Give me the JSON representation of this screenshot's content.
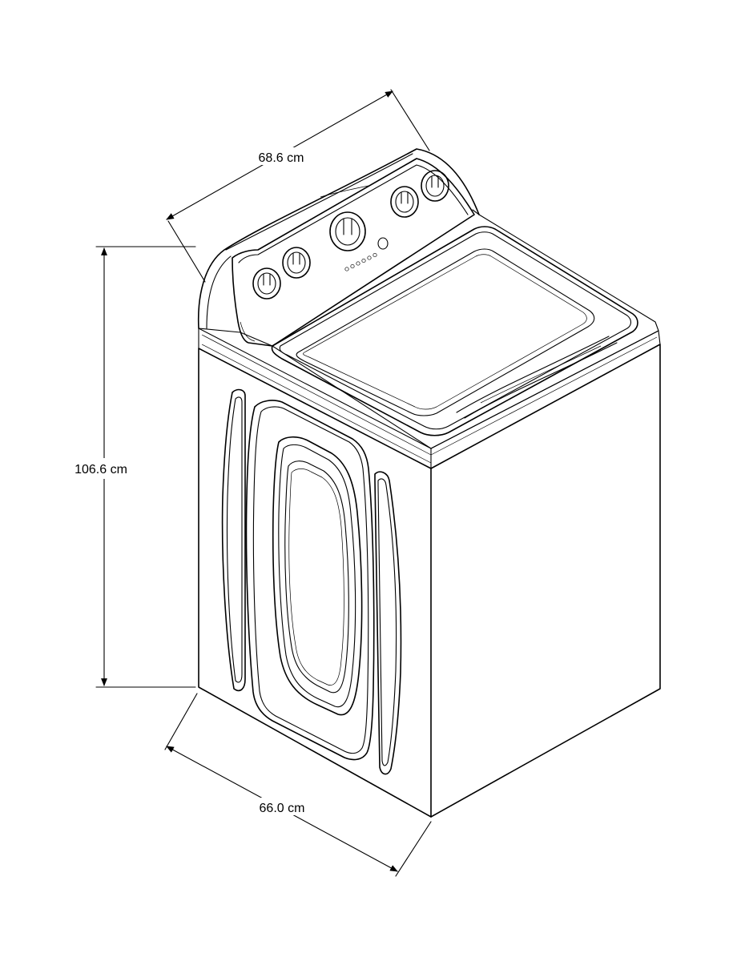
{
  "drawing": {
    "subject_icon": "top-load-washer-icon",
    "line_color": "#000000",
    "background_color": "#ffffff"
  },
  "dimensions": {
    "depth": {
      "label": "68.6 cm",
      "value": 68.6,
      "unit": "cm"
    },
    "height": {
      "label": "106.6 cm",
      "value": 106.6,
      "unit": "cm"
    },
    "width": {
      "label": "66.0 cm",
      "value": 66.0,
      "unit": "cm"
    }
  },
  "control_panel": {
    "knob_count": 5,
    "indicator_light_count": 6,
    "button_count": 1
  }
}
